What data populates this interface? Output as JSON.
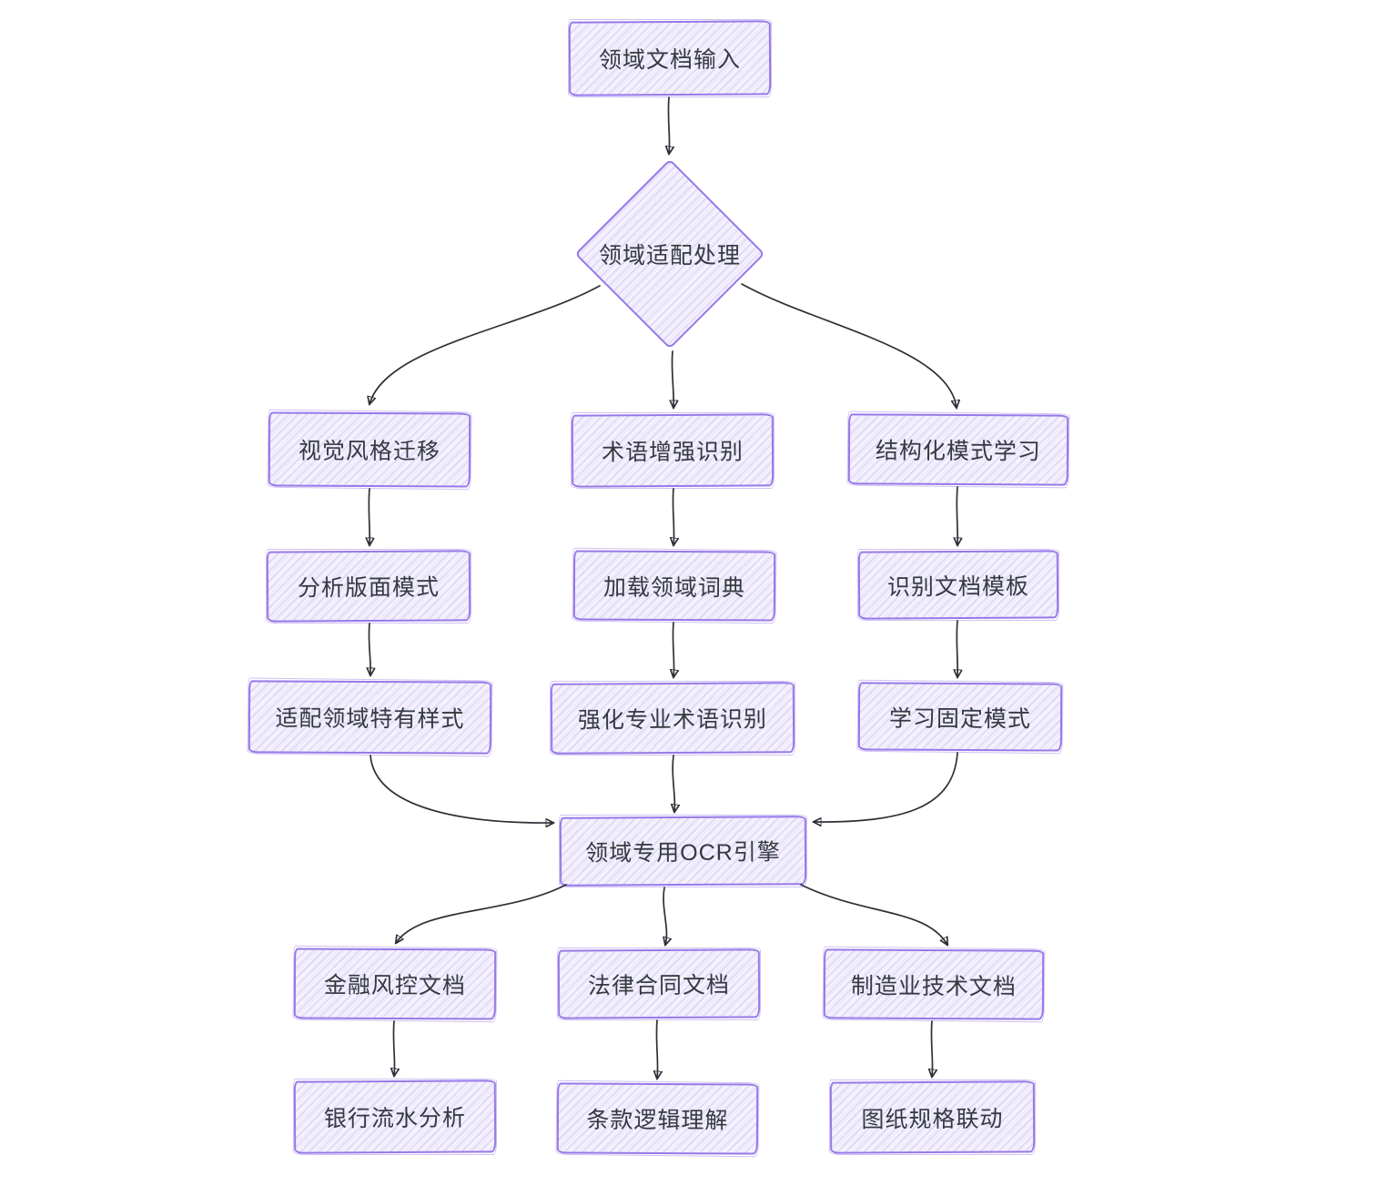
{
  "diagram": {
    "kind": "flowchart",
    "style": "hand-drawn",
    "background": "#ffffff",
    "colors": {
      "node_border": "#9778e8",
      "node_fill": "#f1eefc",
      "hatch": "#d9d1f6",
      "text": "#343a40",
      "arrow": "#2f2f38"
    },
    "nodes": [
      {
        "id": "doc-input",
        "label": "领域文档输入",
        "shape": "rectangle"
      },
      {
        "id": "domain-adapt",
        "label": "领域适配处理",
        "shape": "diamond"
      },
      {
        "id": "visual-style",
        "label": "视觉风格迁移",
        "shape": "rectangle"
      },
      {
        "id": "term-enhance",
        "label": "术语增强识别",
        "shape": "rectangle"
      },
      {
        "id": "struct-learn",
        "label": "结构化模式学习",
        "shape": "rectangle"
      },
      {
        "id": "layout-analyze",
        "label": "分析版面模式",
        "shape": "rectangle"
      },
      {
        "id": "load-dict",
        "label": "加载领域词典",
        "shape": "rectangle"
      },
      {
        "id": "template-recog",
        "label": "识别文档模板",
        "shape": "rectangle"
      },
      {
        "id": "adapt-style",
        "label": "适配领域特有样式",
        "shape": "rectangle"
      },
      {
        "id": "strengthen-term",
        "label": "强化专业术语识别",
        "shape": "rectangle"
      },
      {
        "id": "learn-fixed",
        "label": "学习固定模式",
        "shape": "rectangle"
      },
      {
        "id": "ocr-engine",
        "label": "领域专用OCR引擎",
        "shape": "rectangle"
      },
      {
        "id": "finance-doc",
        "label": "金融风控文档",
        "shape": "rectangle"
      },
      {
        "id": "legal-doc",
        "label": "法律合同文档",
        "shape": "rectangle"
      },
      {
        "id": "manufacture-doc",
        "label": "制造业技术文档",
        "shape": "rectangle"
      },
      {
        "id": "bank-flow",
        "label": "银行流水分析",
        "shape": "rectangle"
      },
      {
        "id": "clause-logic",
        "label": "条款逻辑理解",
        "shape": "rectangle"
      },
      {
        "id": "drawing-spec",
        "label": "图纸规格联动",
        "shape": "rectangle"
      }
    ],
    "edges": [
      {
        "from": "doc-input",
        "to": "domain-adapt"
      },
      {
        "from": "domain-adapt",
        "to": "visual-style"
      },
      {
        "from": "domain-adapt",
        "to": "term-enhance"
      },
      {
        "from": "domain-adapt",
        "to": "struct-learn"
      },
      {
        "from": "visual-style",
        "to": "layout-analyze"
      },
      {
        "from": "term-enhance",
        "to": "load-dict"
      },
      {
        "from": "struct-learn",
        "to": "template-recog"
      },
      {
        "from": "layout-analyze",
        "to": "adapt-style"
      },
      {
        "from": "load-dict",
        "to": "strengthen-term"
      },
      {
        "from": "template-recog",
        "to": "learn-fixed"
      },
      {
        "from": "adapt-style",
        "to": "ocr-engine"
      },
      {
        "from": "strengthen-term",
        "to": "ocr-engine"
      },
      {
        "from": "learn-fixed",
        "to": "ocr-engine"
      },
      {
        "from": "ocr-engine",
        "to": "finance-doc"
      },
      {
        "from": "ocr-engine",
        "to": "legal-doc"
      },
      {
        "from": "ocr-engine",
        "to": "manufacture-doc"
      },
      {
        "from": "finance-doc",
        "to": "bank-flow"
      },
      {
        "from": "legal-doc",
        "to": "clause-logic"
      },
      {
        "from": "manufacture-doc",
        "to": "drawing-spec"
      }
    ]
  }
}
